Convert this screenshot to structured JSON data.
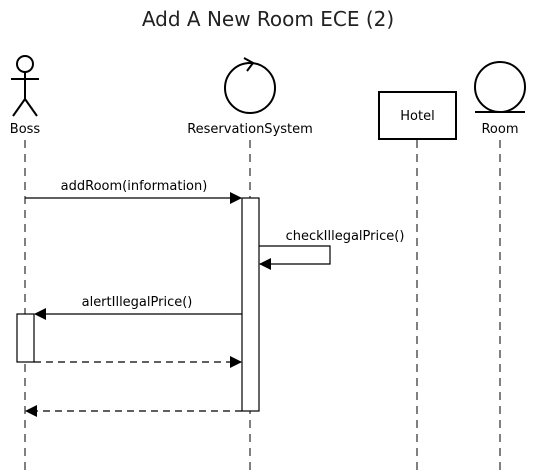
{
  "diagram": {
    "title": "Add A New Room ECE (2)",
    "participants": {
      "boss": "Boss",
      "reservation_system": "ReservationSystem",
      "hotel": "Hotel",
      "room": "Room"
    },
    "messages": {
      "add_room": "addRoom(information)",
      "check_illegal_price": "checkIllegalPrice()",
      "alert_illegal_price": "alertIllegalPrice()"
    }
  }
}
